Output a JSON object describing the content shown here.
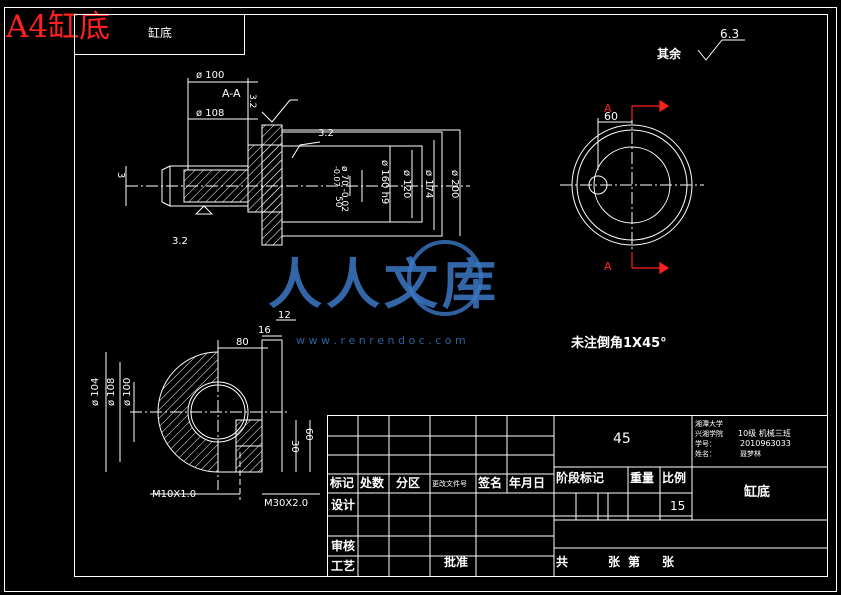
{
  "header": {
    "big_title": "A4缸底",
    "corner_title": "缸底"
  },
  "notes": {
    "roughness_other": "其余",
    "roughness_value": "6.3",
    "chamfer_note": "未注倒角1X45°"
  },
  "watermark": {
    "text": "人人文库",
    "url": "w w w . r e n r e n d o c . c o m"
  },
  "section_view": {
    "label": "A-A",
    "dims": {
      "d100": "ø 100",
      "d108": "ø 108",
      "d160": "ø 160 h9",
      "d120": "ø 120",
      "d174": "ø 174",
      "d200": "ø 200",
      "fit": "ø 70 -0.02",
      "fit_sub": "-0.07",
      "r50": "50",
      "small_left": "3",
      "rough_a": "3.2",
      "rough_b": "3.2",
      "rough_c": "3.2"
    }
  },
  "right_view": {
    "dim_60": "60",
    "section_letter_top": "A",
    "section_letter_bottom": "A"
  },
  "bottom_view": {
    "dims": {
      "d12": "12",
      "d16": "16",
      "d80": "80",
      "d104": "ø 104",
      "d108": "ø 108",
      "d100": "ø 100",
      "d30": "30",
      "d60": "60",
      "thread_small": "M10X1.0",
      "thread_big": "M30X2.0"
    }
  },
  "title_block": {
    "material": "45",
    "school": "湘潭大学",
    "college_label": "兴湘学院",
    "class": "10级 机械三班",
    "student_id_label": "学号：",
    "student_id": "2010963033",
    "name_label": "姓名：",
    "name": "聂梦林",
    "part_name": "缸底",
    "headers": {
      "mark": "标记",
      "count": "处数",
      "zone": "分区",
      "doc_no": "更改文件号",
      "sign": "签名",
      "date": "年月日",
      "stage": "阶段标记",
      "weight": "重量",
      "scale": "比例"
    },
    "scale_value": "15",
    "design": "设计",
    "review": "审核",
    "process": "工艺",
    "approve": "批准",
    "total": "共",
    "sheets": "张",
    "nth": "第",
    "sheet2": "张"
  },
  "colors": {
    "line": "#ffffff",
    "red": "#ff2020",
    "watermark": "#3b78c4"
  }
}
